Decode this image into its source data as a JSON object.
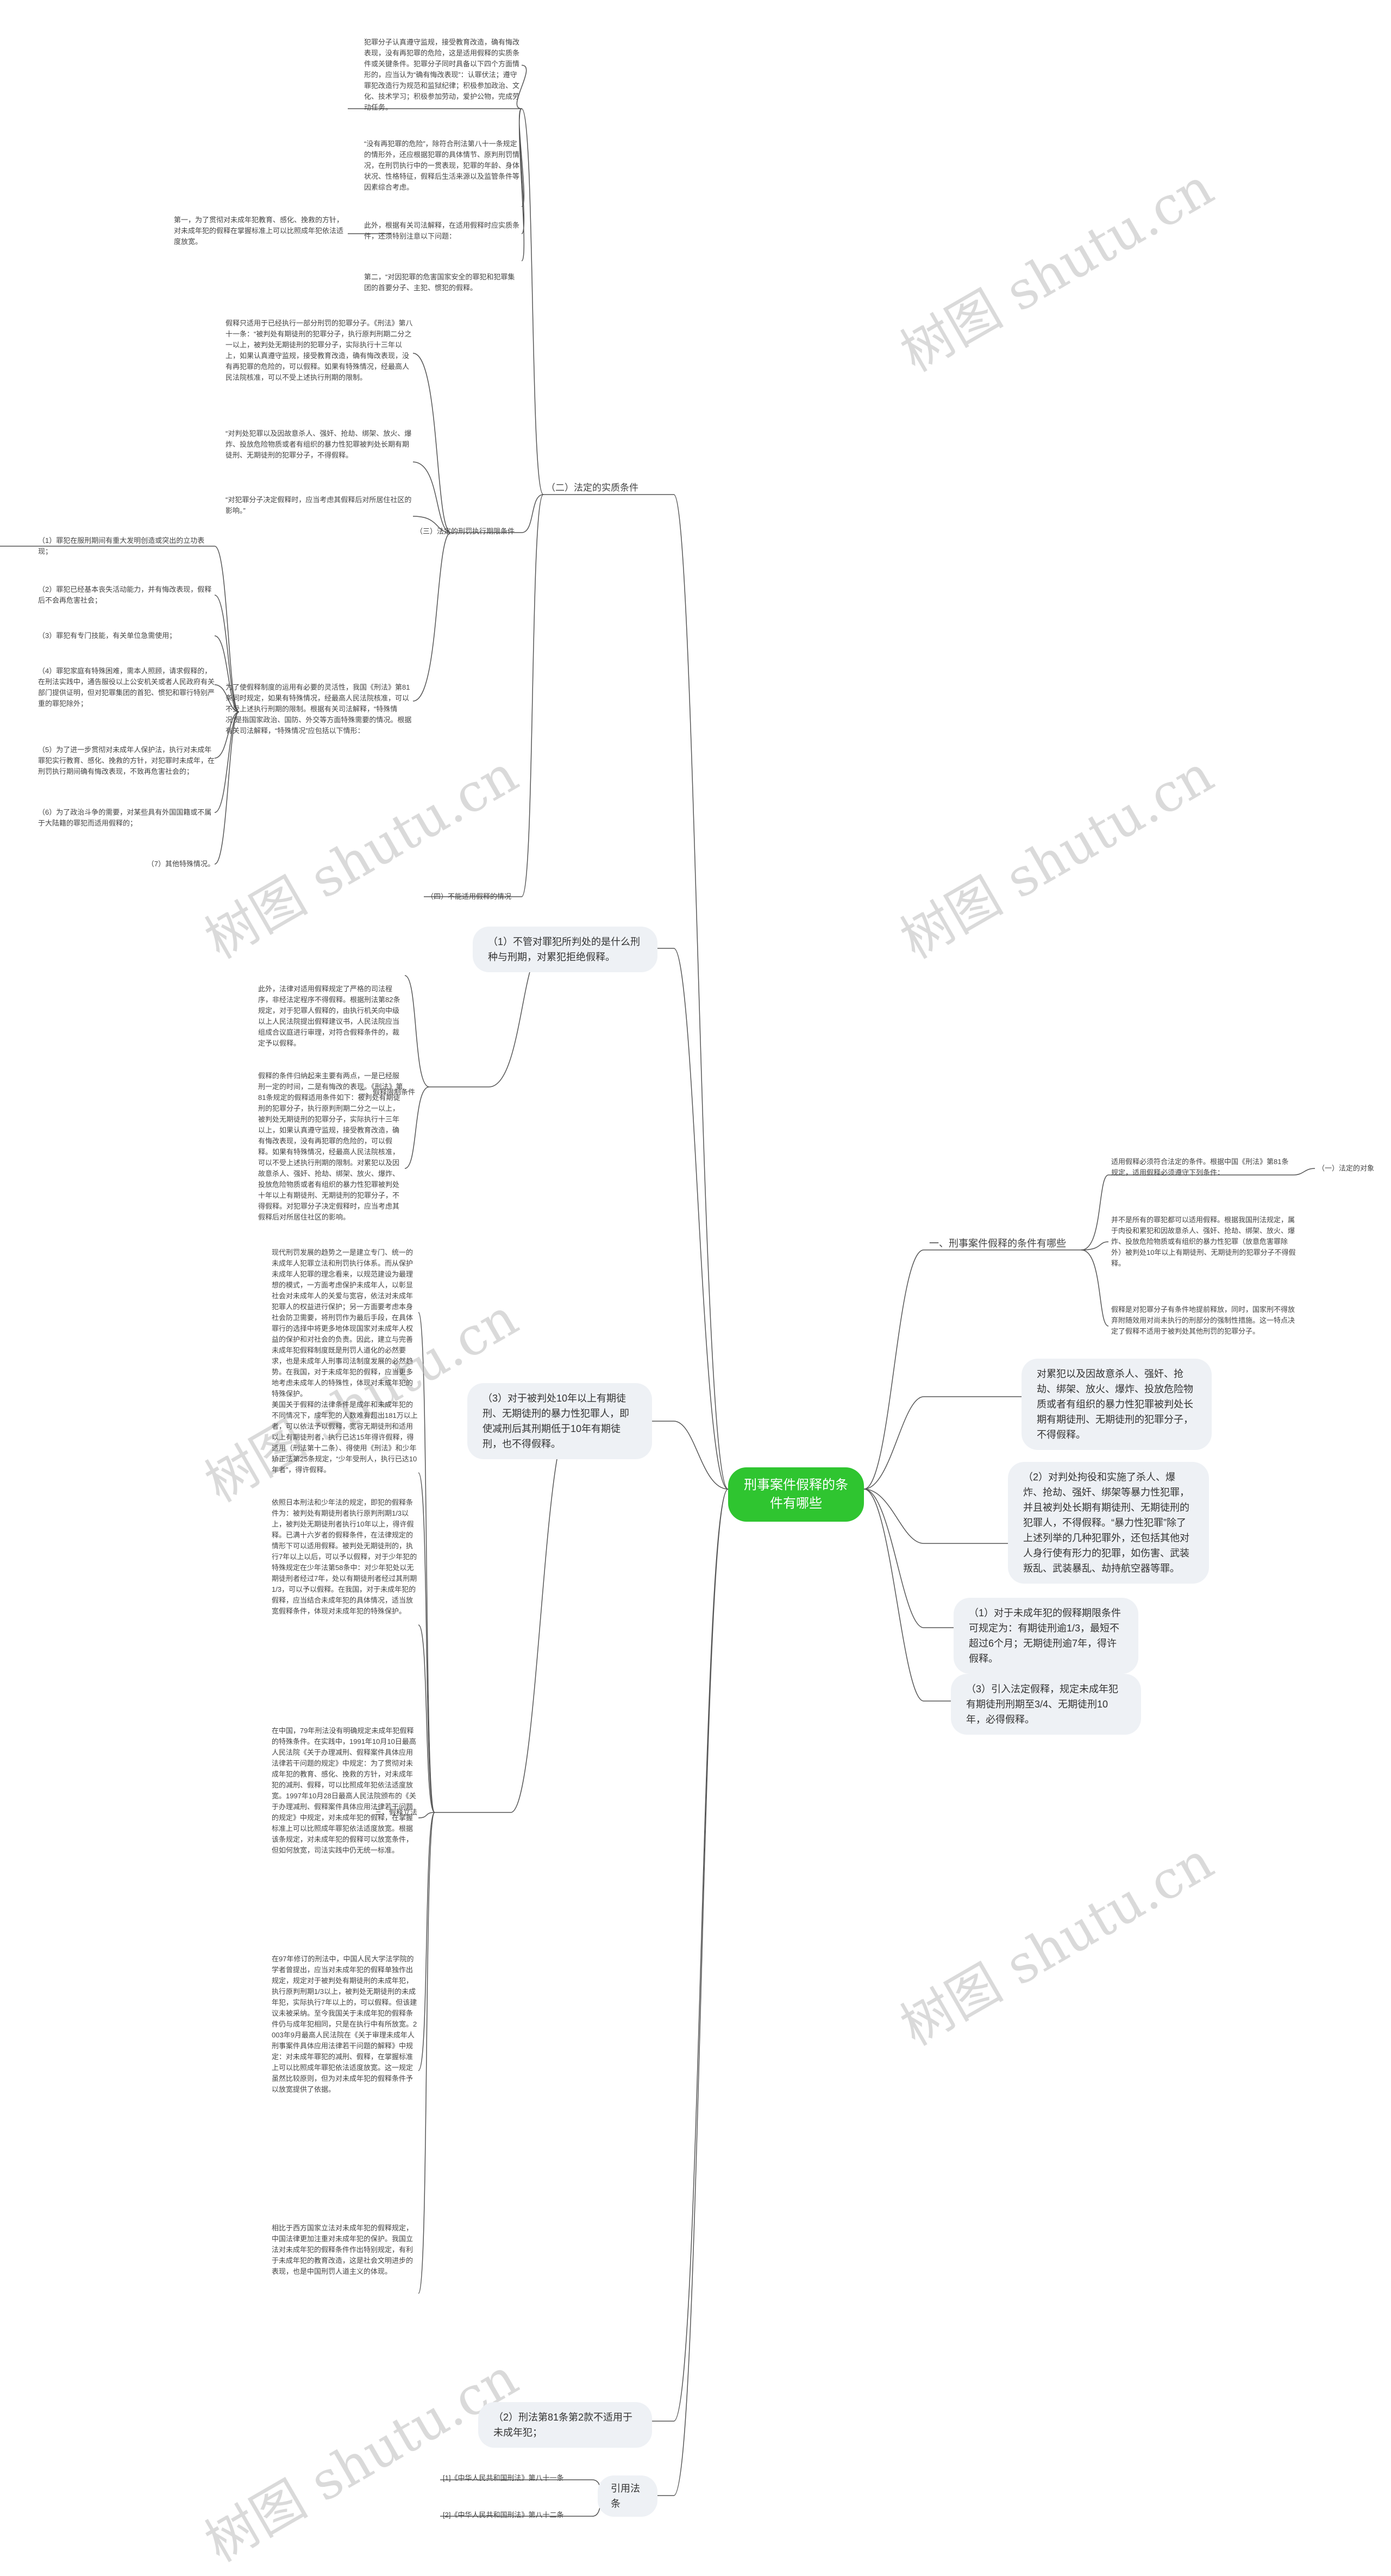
{
  "root": {
    "label": "刑事案件假释的条件有哪些"
  },
  "watermark": "树图 shutu.cn",
  "right": {
    "b1": {
      "label": "一、刑事案件假释的条件有哪些"
    },
    "b1_subs": [
      "适用假释必须符合法定的条件。根据中国《刑法》第81条规定，适用假释必须遵守下列条件：",
      "并不是所有的罪犯都可以适用假释。根据我国刑法规定，属于肉役和累犯和因故意杀人、强奸、抢劫、绑架、放火、爆炸、投放危险物质或有组织的暴力性犯罪（放意危害罪除外）被判处10年以上有期徒刑、无期徒刑的犯罪分子不得假释。",
      "假释是对犯罪分子有条件地提前释放，同时，国家刑不得放弃附随效用对尚未执行的刑部分的强制性措施。这一特点决定了假释不适用于被判处其他刑罚的犯罪分子。"
    ],
    "b1_leaf": "（一）法定的对象",
    "b2": "对累犯以及因故意杀人、强奸、抢劫、绑架、放火、爆炸、投放危险物质或者有组织的暴力性犯罪被判处长期有期徒刑、无期徒刑的犯罪分子，不得假释。",
    "b3": "（2）对判处拘役和实施了杀人、爆炸、抢劫、强奸、绑架等暴力性犯罪，并且被判处长期有期徒刑、无期徒刑的犯罪人，不得假释。“暴力性犯罪”除了上述列举的几种犯罪外，还包括其他对人身行使有形力的犯罪，如伤害、武装叛乱、武装暴乱、劫持航空器等罪。",
    "b4": "（1）对于未成年犯的假释期限条件可规定为：有期徒刑逾1/3，最短不超过6个月；无期徒刑逾7年，得许假释。",
    "b5": "（3）引入法定假释，规定未成年犯有期徒刑刑期至3/4、无期徒刑10年，必得假释。"
  },
  "left": {
    "top_notes": [
      "犯罪分子认真遵守监规，接受教育改造，确有悔改表现，没有再犯罪的危险，这是适用假释的实质条件或关键条件。犯罪分子同时具备以下四个方面情形的，应当认为“确有悔改表现”：认罪伏法；遵守罪犯改造行为规范和监狱纪律；积极参加政治、文化、技术学习；积极参加劳动，爱护公物，完成劳动任务。",
      "“没有再犯罪的危险”，除符合刑法第八十一条规定的情形外，还应根据犯罪的具体情节、原判刑罚情况，在刑罚执行中的一贯表现，犯罪的年龄、身体状况、性格特征，假释后生活来源以及监管条件等因素综合考虑。",
      "此外，根据有关司法解释，在适用假释时应实质条件，还须特别注意以下问题：",
      "第二，“对因犯罪的危害国家安全的罪犯和犯罪集团的首要分子、主犯、惯犯的假释。"
    ],
    "first_note": "第一，为了贯彻对未成年犯教育、感化、挽救的方针，对未成年犯的假释在掌握标准上可以比照成年犯依法适度放宽。",
    "period_notes": [
      "假释只适用于已经执行一部分刑罚的犯罪分子。《刑法》第八十一条：“被判处有期徒刑的犯罪分子，执行原判刑期二分之一以上，被判处无期徒刑的犯罪分子，实际执行十三年以上，如果认真遵守监规，接受教育改造，确有悔改表现，没有再犯罪的危险的，可以假释。如果有特殊情况，经最高人民法院核准，可以不受上述执行刑期的限制。",
      "“对判处犯罪以及因故意杀人、强奸、抢劫、绑架、放火、爆炸、投放危险物质或者有组织的暴力性犯罪被判处长期有期徒刑、无期徒刑的犯罪分子，不得假释。",
      "“对犯罪分子决定假释时，应当考虑其假释后对所居住社区的影响。”",
      "为了使假释制度的运用有必要的灵活性，我国《刑法》第81条同时规定，如果有特殊情况，经最高人民法院核准，可以不受上述执行刑期的限制。根据有关司法解释，“特殊情况”是指国家政治、国防、外交等方面特殊需要的情况。根据有关司法解释，“特殊情况”应包括以下情形："
    ],
    "period_label": "（三）法定的刑罚执行期限条件",
    "special_cases": [
      "（1）罪犯在服刑期间有重大发明创造或突出的立功表现；",
      "（2）罪犯已经基本丧失活动能力，并有悔改表现，假释后不会再危害社会；",
      "（3）罪犯有专门技能，有关单位急需使用；",
      "（4）罪犯家庭有特殊困难，需本人照顾，请求假释的，在刑法实践中，通告服役以上公安机关或者人民政府有关部门提供证明，但对犯罪集团的首犯、惯犯和罪行特别严重的罪犯除外；",
      "（5）为了进一步贯彻对未成年人保护法，执行对未成年罪犯实行教育、感化、挽救的方针，对犯罪时未成年，在刑罚执行期间确有悔改表现，不致再危害社会的；",
      "（6）为了政治斗争的需要，对某些具有外国国籍或不属于大陆籍的罪犯而适用假释的；",
      "（7）其他特殊情况。"
    ],
    "b_legal": {
      "label": "（二）法定的实质条件"
    },
    "b_legal_leaf": "（四）不能适用假释的情况",
    "c1": "（1）不管对罪犯所判处的是什么刑种与刑期，对累犯拒绝假释。",
    "c2_notes": [
      "此外，法律对适用假释规定了严格的司法程序，非经法定程序不得假释。根据刑法第82条规定，对于犯罪人假释的，由执行机关向中级以上人民法院提出假释建议书，人民法院应当组成合议庭进行审理，对符合假释条件的，裁定予以假释。",
      "假释的条件归纳起来主要有两点，一是已经服刑一定的时间，二是有悔改的表现。《刑法》第81条规定的假释适用条件如下：被判处有期徒刑的犯罪分子，执行原判刑期二分之一以上，被判处无期徒刑的犯罪分子，实际执行十三年以上，如果认真遵守监规，接受教育改造，确有悔改表现，没有再犯罪的危险的，可以假释。如果有特殊情况，经最高人民法院核准，可以不受上述执行刑期的限制。对累犯以及因故意杀人、强奸、抢劫、绑架、放火、爆炸、投放危险物质或者有组织的暴力性犯罪被判处十年以上有期徒刑、无期徒刑的犯罪分子，不得假释。对犯罪分子决定假释时，应当考虑其假释后对所居住社区的影响。"
    ],
    "c2_label": "二、假释限制条件",
    "c3": "（3）对于被判处10年以上有期徒刑、无期徒刑的暴力性犯罪人，即使减刑后其刑期低于10年有期徒刑，也不得假释。",
    "c3_notes": [
      "现代刑罚发展的趋势之一是建立专门、统一的未成年人犯罪立法和刑罚执行体系。而从保护未成年人犯罪的理念看来，以规范建设为最理想的模式，一方面考虑保护未成年人，以彰显社会对未成年人的关爱与宽容，依法对未成年犯罪人的权益进行保护；另一方面要考虑本身社会防卫需要，将刑罚作为最后手段，在具体罪行的选择中将更多地体现国家对未成年人权益的保护和对社会的负责。因此，建立与完善未成年犯假释制度既是刑罚人道化的必然要求，也是未成年人刑事司法制度发展的必然趋势。在我国，对于未成年犯的假释，应当更多地考虑未成年人的特殊性，体现对未成年犯的特殊保护。",
      "美国关于假释的法律条件是成年和未成年犯的不同情况下，成年犯的人数难有超出181万以上者，可以依法予以假释，宽容无期徒刑和适用以上有期徒刑者，执行已达15年得许假释，得适用（刑法第十二条）、得使用《刑法》和少年矫正法第25条规定，“少年受刑人，执行已达10年者”，得许假释。",
      "依照日本刑法和少年法的规定，即犯的假释条件为：被判处有期徒刑者执行原判刑期1/3以上，被判处无期徒刑者执行10年以上，得许假释。已满十六岁者的假释条件，在法律规定的情形下可以适用假释。被判处无期徒刑的，执行7年以上以后，可以予以假释，对于少年犯的特殊规定在少年法第58条中：对少年犯处以无期徒刑者经过7年，处以有期徒刑者经过其刑期1/3，可以予以假释。在我国，对于未成年犯的假释，应当结合未成年犯的具体情况，适当放宽假释条件，体现对未成年犯的特殊保护。",
      "在中国，79年刑法没有明确规定未成年犯假释的特殊条件。在实践中，1991年10月10日最高人民法院《关于办理减刑、假释案件具体应用法律若干问题的规定》中规定：为了贯彻对未成年犯的教育、感化、挽救的方针，对未成年犯的减刑、假释，可以比照成年犯依法适度放宽。1997年10月28日最高人民法院颁布的《关于办理减刑、假释案件具体应用法律若干问题的规定》中规定，对未成年犯的假释，在掌握标准上可以比照成年罪犯依法适度放宽。根据该条规定，对未成年犯的假释可以放宽条件，但如何放宽，司法实践中仍无统一标准。",
      "在97年修订的刑法中，中国人民大学法学院的学者曾提出，应当对未成年犯的假释单独作出规定，规定对于被判处有期徒刑的未成年犯，执行原判刑期1/3以上，被判处无期徒刑的未成年犯，实际执行7年以上的，可以假释。但该建议未被采纳。至今我国关于未成年犯的假释条件仍与成年犯相同，只是在执行中有所放宽。2003年9月最高人民法院在《关于审理未成年人刑事案件具体应用法律若干问题的解释》中规定：对未成年罪犯的减刑、假释，在掌握标准上可以比照成年罪犯依法适度放宽。这一规定虽然比较原则，但为对未成年犯的假释条件予以放宽提供了依据。",
      "相比于西方国家立法对未成年犯的假释规定，中国法律更加注重对未成年犯的保护。我国立法对未成年犯的假释条件作出特别规定，有利于未成年犯的教育改造，这是社会文明进步的表现，也是中国刑罚人道主义的体现。"
    ],
    "c3_label": "三、假释立法",
    "c4": "（2）刑法第81条第2款不适用于未成年犯；",
    "refs_label": "引用法条",
    "refs": [
      "[1]《中华人民共和国刑法》第八十一条",
      "[2]《中华人民共和国刑法》第八十二条"
    ]
  }
}
